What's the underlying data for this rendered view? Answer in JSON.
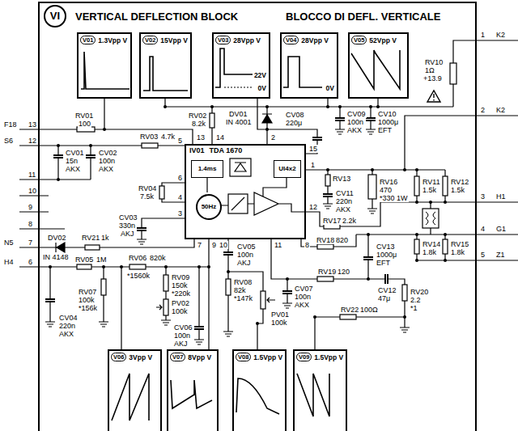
{
  "diagram": {
    "title": "VERTICAL DEFLECTION BLOCK",
    "nodes": [
      {
        "text": [
          "VI"
        ]
      },
      {
        "text": [
          "V01",
          "1.3Vpp V"
        ]
      },
      {
        "text": [
          "V02",
          "15Vpp V"
        ]
      },
      {
        "text": [
          "V03",
          "28Vpp V",
          "22V",
          "0V"
        ]
      },
      {
        "text": [
          "V04",
          "28Vpp V",
          "0V"
        ]
      },
      {
        "text": [
          "V05",
          "52Vpp V"
        ]
      },
      {
        "text": [
          "IV01",
          "TDA 1670"
        ]
      },
      {
        "text": [
          "1.4ms"
        ],
        "in": 6
      },
      {
        "text": [
          "UI4x2"
        ],
        "in": 6
      },
      {
        "text": [
          "50Hz"
        ],
        "in": 6
      },
      {
        "text": [
          "V06",
          "3Vpp V"
        ]
      },
      {
        "text": [
          "V07",
          "8Vpp V"
        ]
      },
      {
        "text": [
          "V08",
          "1.5Vpp V"
        ]
      },
      {
        "text": [
          "V09",
          "1.5Vpp V"
        ]
      }
    ],
    "labels": [
      "BLOCCO DI DEFL. VERTICALE",
      "F18",
      "13",
      "S6",
      "12",
      "11",
      "10",
      "9",
      "8",
      "N5",
      "7",
      "H4",
      "6",
      "1",
      "K2",
      "2",
      "K2",
      "3",
      "H1",
      "4",
      "G1",
      "5",
      "Z1",
      "13",
      "14",
      "2",
      "15",
      "1",
      "12",
      "5",
      "6",
      "4",
      "3",
      "7",
      "9",
      "10",
      "11",
      "8",
      "RV01",
      "100",
      "RV02",
      "8.2k",
      "DV01",
      "IN 4001",
      "RV03",
      "4.7k",
      "CV01",
      "15n",
      "AKX",
      "CV02",
      "100n",
      "AKX",
      "CV08",
      "220μ",
      "CV09",
      "100n",
      "AKX",
      "CV10",
      "1000μ",
      "EFT",
      "RV10",
      "1Ω",
      "+13.9",
      "RV04",
      "7.5k",
      "CV03",
      "330n",
      "AKJ",
      "DV02",
      "IN 4148",
      "RV21",
      "1k",
      "RV05",
      "1M",
      "RV06",
      "820k",
      "*1560k",
      "RV07",
      "100k",
      "*156k",
      "CV04",
      "220n",
      "AKX",
      "RV09",
      "150k",
      "*220k",
      "PV02",
      "100k",
      "CV06",
      "100n",
      "AKJ",
      "CV05",
      "100n",
      "AKJ",
      "RV08",
      "82k",
      "*147k",
      "PV01",
      "100k",
      "CV07",
      "100n",
      "AKX",
      "RV13",
      "CV11",
      "220n",
      "AKX",
      "RV16",
      "470",
      "*330 1W",
      "RV17",
      "2.2k",
      "RV11",
      "1.5k",
      "RV12",
      "1.5k",
      "RV14",
      "1.8k",
      "RV15",
      "1.8k",
      "RV18",
      "820",
      "CV13",
      "1000μ",
      "EFT",
      "RV19",
      "120",
      "CV12",
      "47μ",
      "RV20",
      "2.2",
      "*1",
      "RV22",
      "100Ω"
    ]
  }
}
